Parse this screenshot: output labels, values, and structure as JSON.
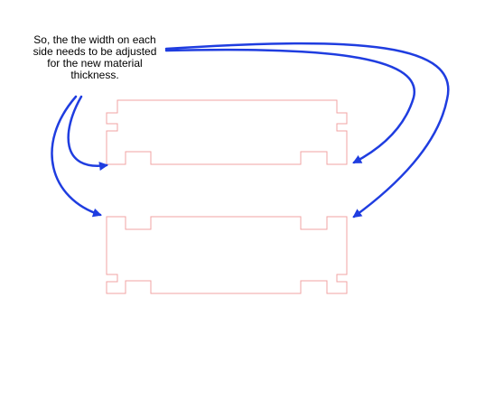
{
  "annotation": {
    "lines": [
      "So, the the width on each",
      "side needs to be adjusted",
      "for the new material",
      "thickness."
    ]
  },
  "colors": {
    "outline": "#f2a3a3",
    "arrow": "#1f3de0",
    "text": "#000000",
    "background": "#ffffff"
  },
  "shapes": [
    {
      "name": "top-panel-outline"
    },
    {
      "name": "bottom-panel-outline"
    }
  ],
  "arrows": [
    {
      "name": "arrow-to-top-panel-left"
    },
    {
      "name": "arrow-to-bottom-panel-left"
    },
    {
      "name": "arrow-to-top-panel-right"
    },
    {
      "name": "arrow-to-bottom-panel-right"
    }
  ]
}
